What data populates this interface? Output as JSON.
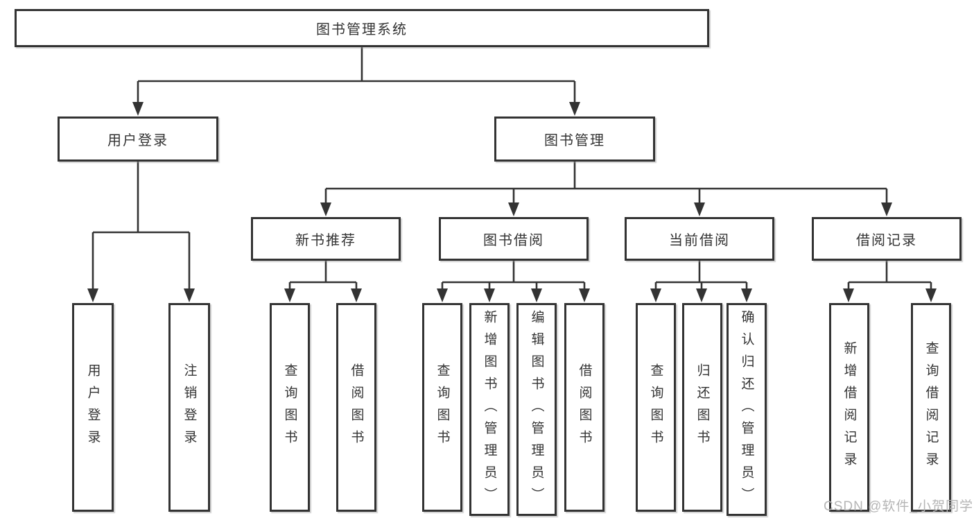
{
  "colors": {
    "line": "#333333",
    "text": "#333333",
    "box_border": "#333333",
    "box_fill": "#ffffff",
    "watermark": "#b5b5b5",
    "background": "#ffffff"
  },
  "watermark": {
    "text": "CSDN @软件_小贺同学"
  },
  "tree": {
    "root": {
      "label": "图书管理系统",
      "children": [
        {
          "label": "用户登录",
          "children": [
            {
              "label": "用户登录"
            },
            {
              "label": "注销登录"
            }
          ]
        },
        {
          "label": "图书管理",
          "children": [
            {
              "label": "新书推荐",
              "children": [
                {
                  "label": "查询图书"
                },
                {
                  "label": "借阅图书"
                }
              ]
            },
            {
              "label": "图书借阅",
              "children": [
                {
                  "label": "查询图书"
                },
                {
                  "label": "新增图书（管理员）"
                },
                {
                  "label": "编辑图书（管理员）"
                },
                {
                  "label": "借阅图书"
                }
              ]
            },
            {
              "label": "当前借阅",
              "children": [
                {
                  "label": "查询图书"
                },
                {
                  "label": "归还图书"
                },
                {
                  "label": "确认归还（管理员）"
                }
              ]
            },
            {
              "label": "借阅记录",
              "children": [
                {
                  "label": "新增借阅记录"
                },
                {
                  "label": "查询借阅记录"
                }
              ]
            }
          ]
        }
      ]
    }
  }
}
